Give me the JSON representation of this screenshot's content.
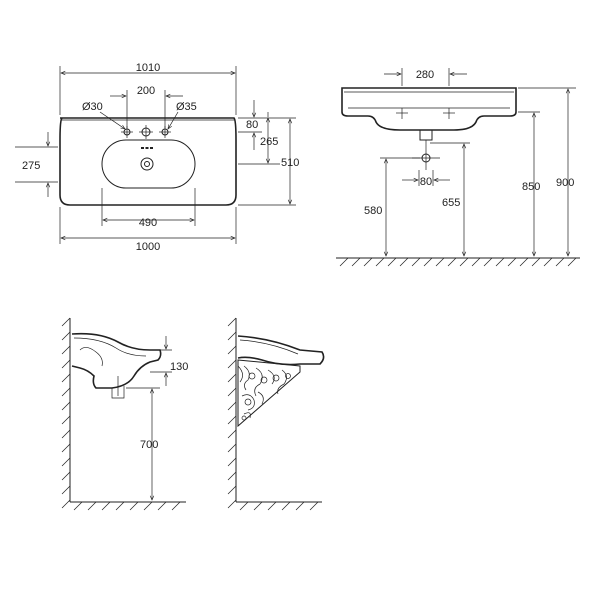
{
  "top_view": {
    "dims": {
      "overall_width": "1010",
      "tap_spacing": "200",
      "hole_left": "Ø30",
      "hole_right": "Ø35",
      "bowl_width": "490",
      "base_width": "1000",
      "bowl_offset": "275",
      "hole_from_back": "80",
      "bowl_depth": "265",
      "overall_depth": "510"
    }
  },
  "front_view": {
    "dims": {
      "tap_spacing": "280",
      "outlet_offset": "80",
      "outlet_height_left": "580",
      "outlet_height_right": "655",
      "rim_height": "850",
      "overall_height": "900"
    }
  },
  "side_view": {
    "dims": {
      "rim_depth": "130",
      "mount_height": "700"
    }
  },
  "bracket_view": {}
}
